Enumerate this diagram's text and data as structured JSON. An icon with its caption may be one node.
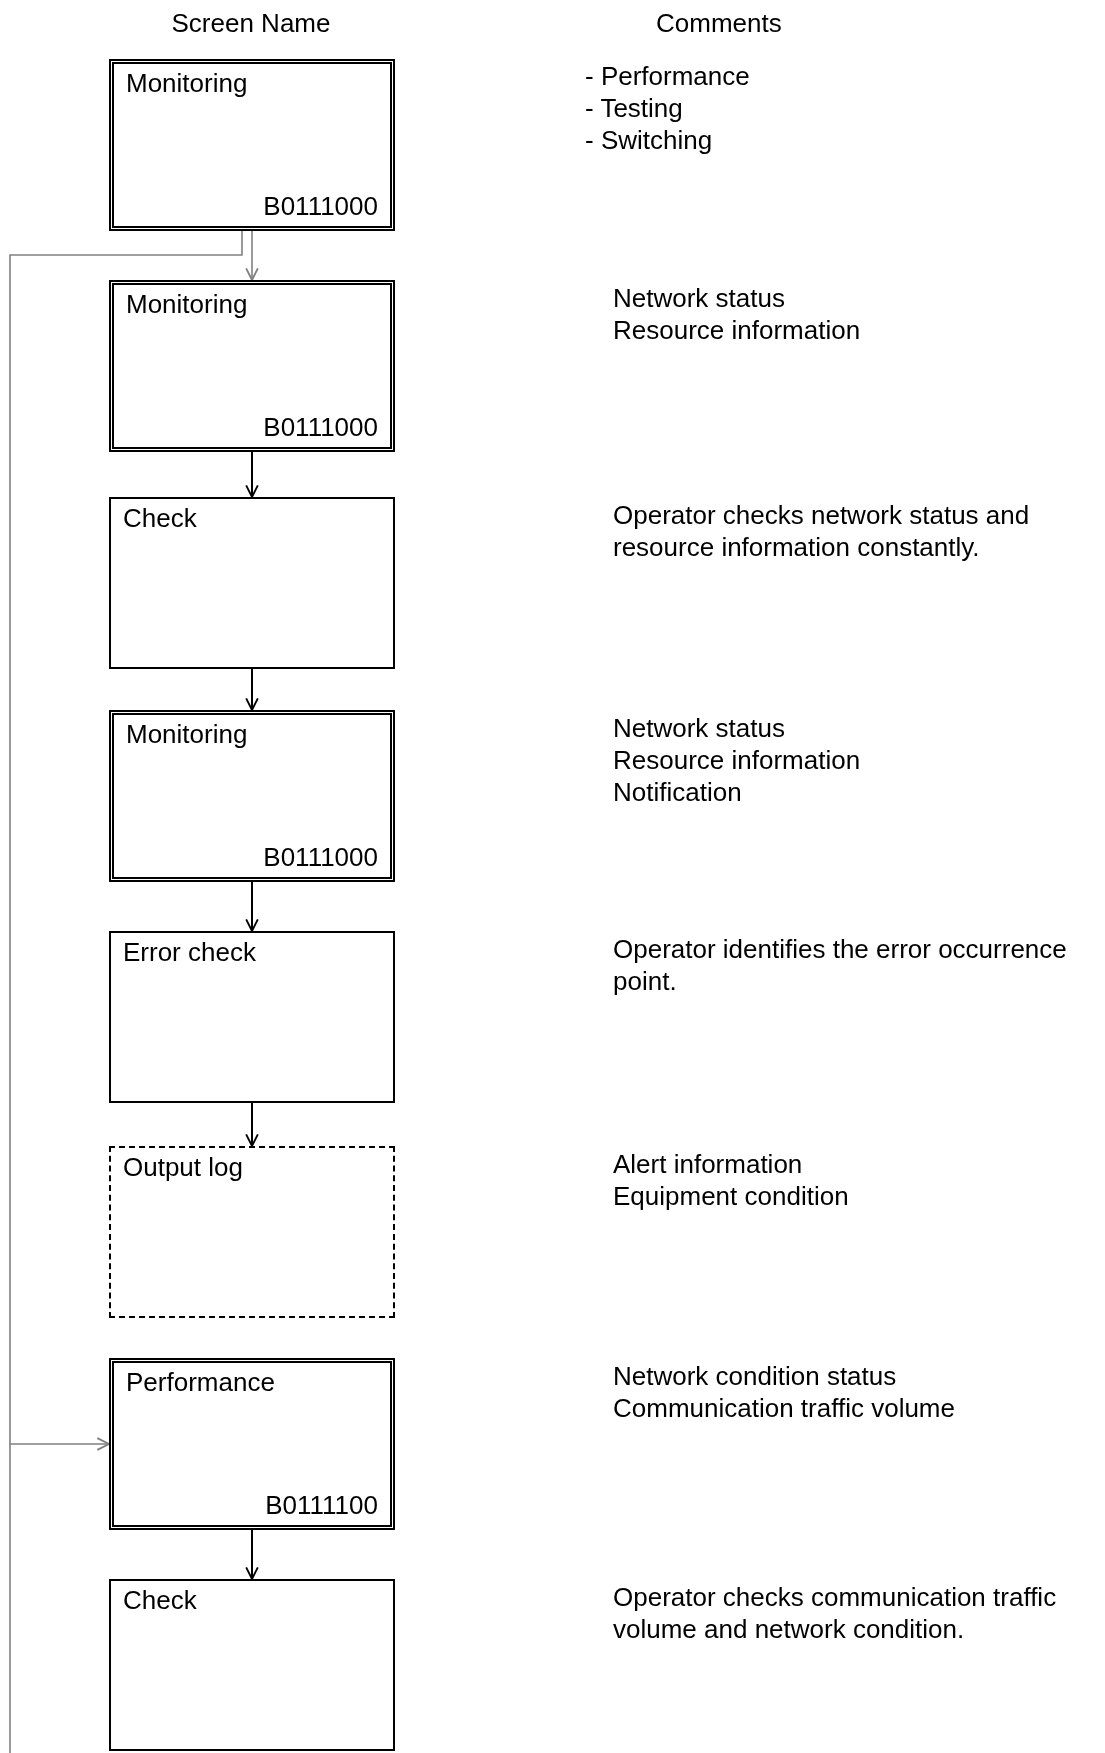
{
  "diagram": {
    "nodes": [
      {
        "text": [
          "Monitoring",
          "B0111000"
        ],
        "beside": [
          "- Performance",
          "- Testing",
          "- Switching"
        ]
      },
      {
        "text": [
          "Monitoring",
          "B0111000"
        ],
        "beside": [
          "Network status",
          "Resource information"
        ]
      },
      {
        "text": [
          "Check"
        ]
      },
      {
        "text": [
          "Monitoring",
          "B0111000"
        ],
        "beside": [
          "Network status",
          "Resource information",
          "Notification"
        ]
      },
      {
        "text": [
          "Error check"
        ]
      },
      {
        "text": [
          "Output log"
        ],
        "beside": [
          "Alert information",
          "Equipment condition"
        ]
      },
      {
        "text": [
          "Performance",
          "B0111100"
        ],
        "beside": [
          "Network condition status",
          "Communication traffic volume"
        ]
      },
      {
        "text": [
          "Check"
        ]
      }
    ],
    "edges": [
      {
        "from": 0,
        "to": 1,
        "arrow": "to",
        "color": "#808080"
      },
      {
        "from": 0,
        "to": 6,
        "arrow": "to",
        "color": "#808080"
      },
      {
        "from": 1,
        "to": 2,
        "arrow": "to"
      },
      {
        "from": 2,
        "to": 3,
        "arrow": "to"
      },
      {
        "from": 3,
        "to": 4,
        "arrow": "to"
      },
      {
        "from": 4,
        "to": 5,
        "arrow": "to"
      },
      {
        "from": 6,
        "to": 7,
        "arrow": "to"
      }
    ],
    "labels": [
      "Screen Name",
      "Comments",
      "Operator checks network status and resource information constantly.",
      "Operator identifies the error occurrence point.",
      "Operator checks communication traffic volume and network condition."
    ]
  }
}
